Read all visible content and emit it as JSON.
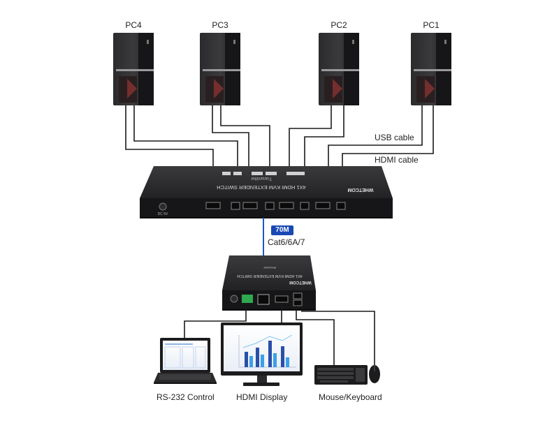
{
  "pcs": [
    {
      "label": "PC4"
    },
    {
      "label": "PC3"
    },
    {
      "label": "PC2"
    },
    {
      "label": "PC1"
    }
  ],
  "cable_labels": {
    "usb": "USB cable",
    "hdmi": "HDMI cable"
  },
  "transmitter": {
    "brand": "WHETCOM",
    "title": "4X1 HDMI KVM EXTENDER SWITCH",
    "subtitle": "Transmitter",
    "power_label": "DC 5V"
  },
  "link": {
    "distance": "70M",
    "cable_type": "Cat6/6A/7"
  },
  "receiver": {
    "brand": "WHETCOM",
    "title": "4X1 HDMI KVM EXTENDER SWITCH",
    "subtitle": "Receiver"
  },
  "devices": {
    "rs232": "RS-232 Control",
    "display": "HDMI Display",
    "peripherals": "Mouse/Keyboard"
  },
  "colors": {
    "link_line": "#1f57c8",
    "badge": "#1a48b4",
    "device_body": "#1c1c1e",
    "tower_accent": "#b23a3a"
  }
}
